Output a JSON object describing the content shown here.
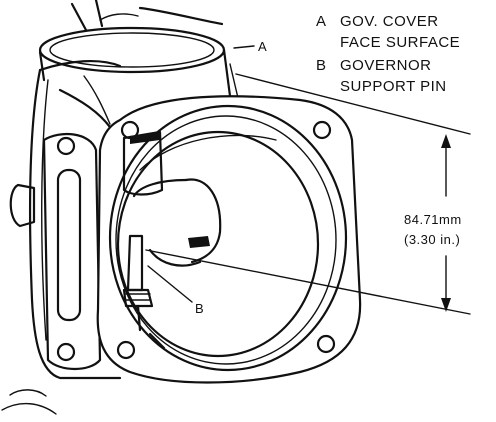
{
  "legend": {
    "a_letter": "A",
    "a_line1": "GOV. COVER",
    "a_line2": "FACE SURFACE",
    "b_letter": "B",
    "b_line1": "GOVERNOR",
    "b_line2": "SUPPORT PIN"
  },
  "callouts": {
    "a": "A",
    "b": "B"
  },
  "dimension": {
    "metric": "84.71mm",
    "imperial": "(3.30 in.)"
  },
  "colors": {
    "ink": "#111111",
    "paper": "#ffffff"
  }
}
